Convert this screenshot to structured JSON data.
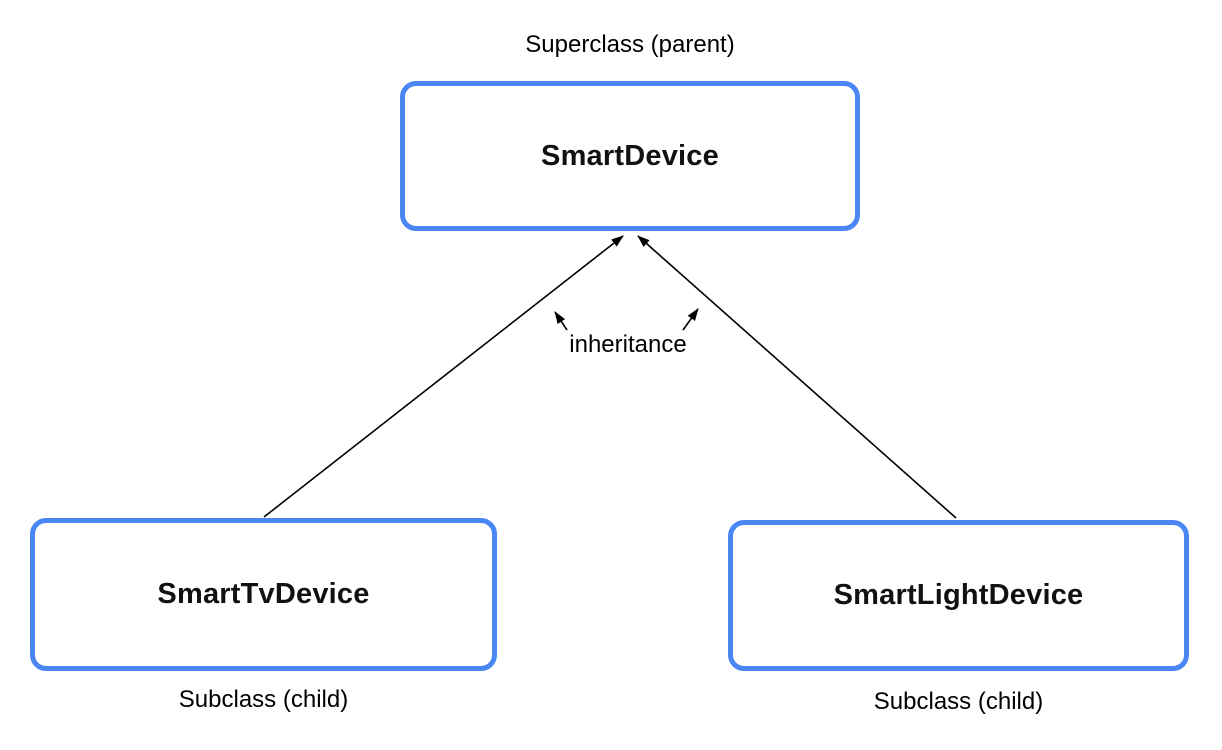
{
  "diagram": {
    "labels": {
      "superclass_role": "Superclass (parent)",
      "subclass_role_left": "Subclass (child)",
      "subclass_role_right": "Subclass (child)",
      "relationship": "inheritance"
    },
    "nodes": {
      "superclass": {
        "name": "SmartDevice"
      },
      "subclass_left": {
        "name": "SmartTvDevice"
      },
      "subclass_right": {
        "name": "SmartLightDevice"
      }
    },
    "edges": [
      {
        "from": "SmartTvDevice",
        "to": "SmartDevice",
        "type": "inheritance"
      },
      {
        "from": "SmartLightDevice",
        "to": "SmartDevice",
        "type": "inheritance"
      }
    ],
    "colors": {
      "box_border": "#4a86f4",
      "box_fill": "#ffffff",
      "arrow": "#000000",
      "text": "#000000",
      "background": "#ffffff"
    }
  }
}
